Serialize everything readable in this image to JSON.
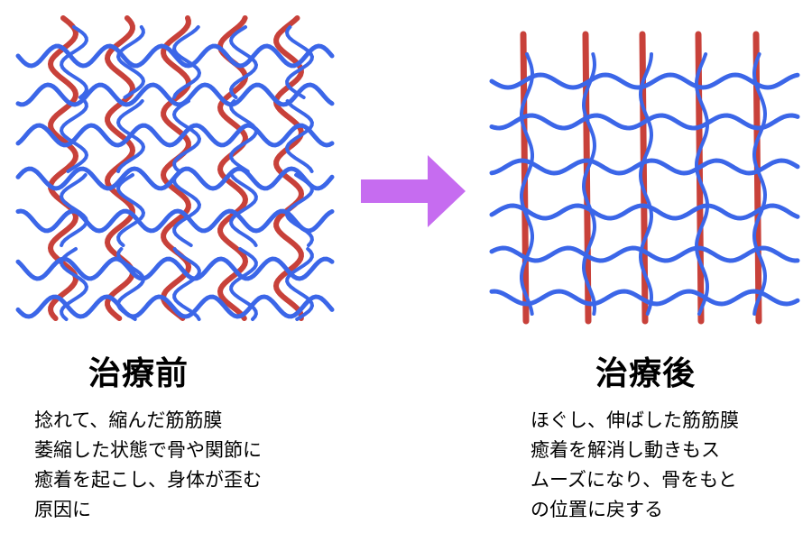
{
  "before": {
    "title": "治療前",
    "lines": [
      "捻れて、縮んだ筋筋膜",
      "萎縮した状態で骨や関節に",
      "癒着を起こし、身体が歪む",
      "原因に"
    ]
  },
  "after": {
    "title": "治療後",
    "lines": [
      "ほぐし、伸ばした筋筋膜",
      "癒着を解消し動きもス",
      "ムーズになり、骨をもと",
      "の位置に戻する"
    ]
  },
  "colors": {
    "fiber_blue": "#3b66e8",
    "fiber_red": "#c8413a",
    "arrow": "#c66cf0"
  },
  "icons": {
    "arrow": "right-arrow-icon"
  }
}
